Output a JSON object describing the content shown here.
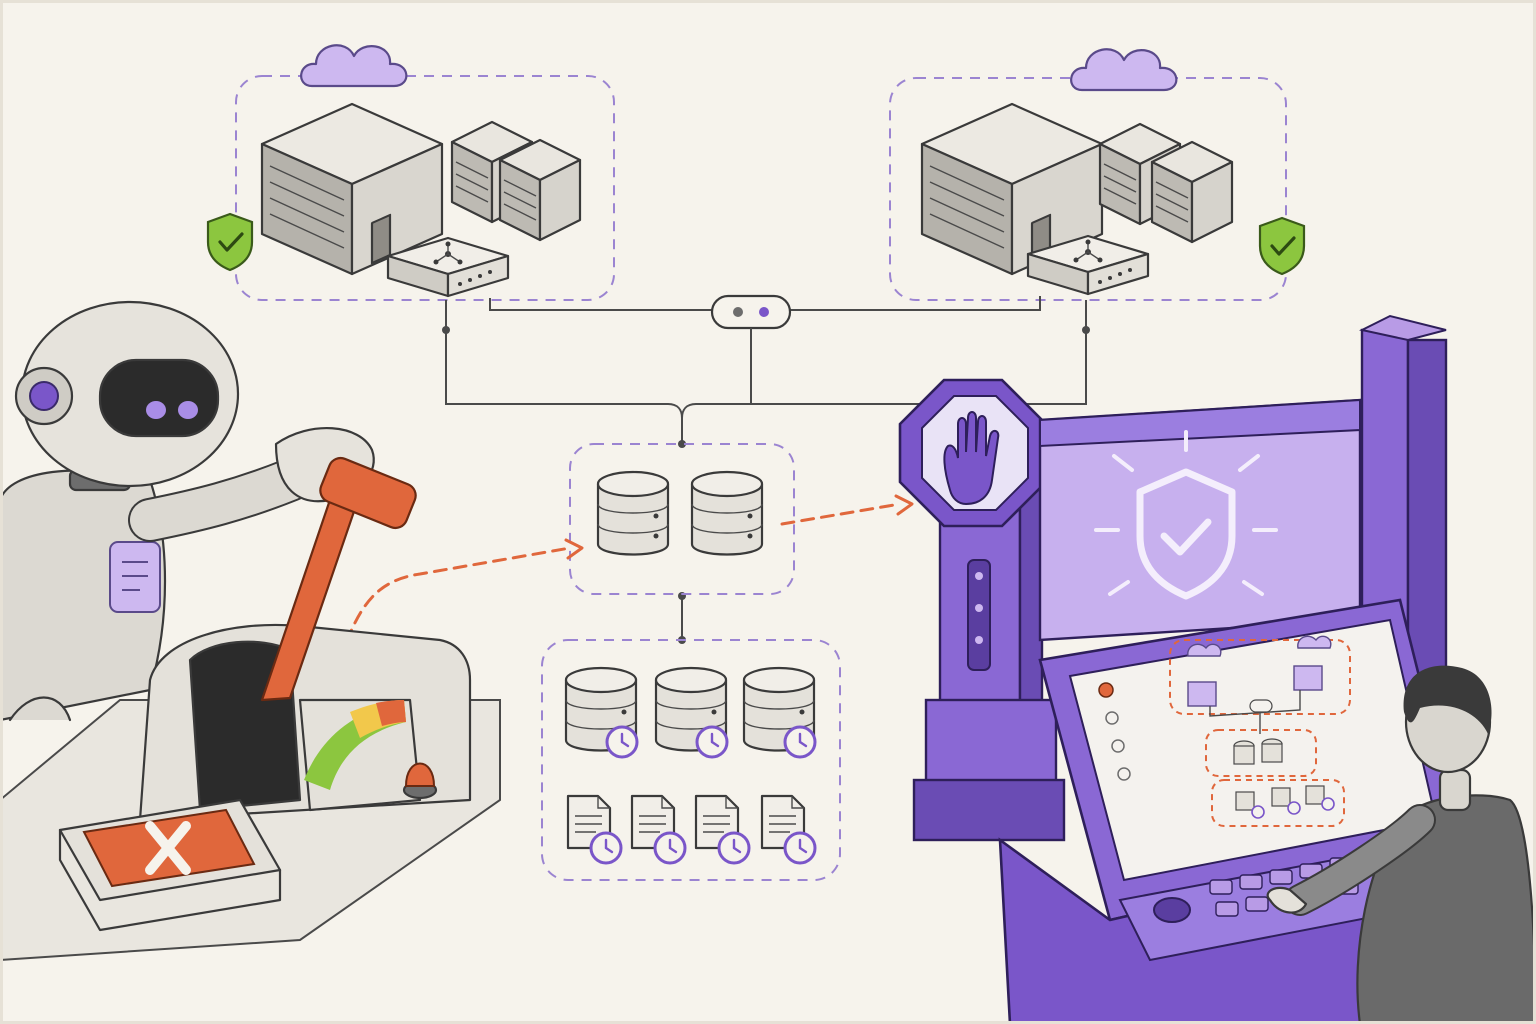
{
  "colors": {
    "paper": "#f6f3ec",
    "ink": "#3a3a3a",
    "purple": "#7a56c9",
    "purple_light": "#cdb8f0",
    "purple_wash": "#b89be6",
    "orange": "#e0673c",
    "green": "#8cc63f",
    "zone": "#9b84d1",
    "flow": "#e0673c"
  },
  "icons": [
    "cloud-icon",
    "shield-check-icon",
    "server-rack-icon",
    "network-switch-icon",
    "database-icon",
    "clock-icon",
    "document-icon",
    "stop-hand-icon",
    "robot-figure",
    "kill-switch-lever",
    "operator-figure",
    "control-console"
  ],
  "gauge_level": 0.78
}
